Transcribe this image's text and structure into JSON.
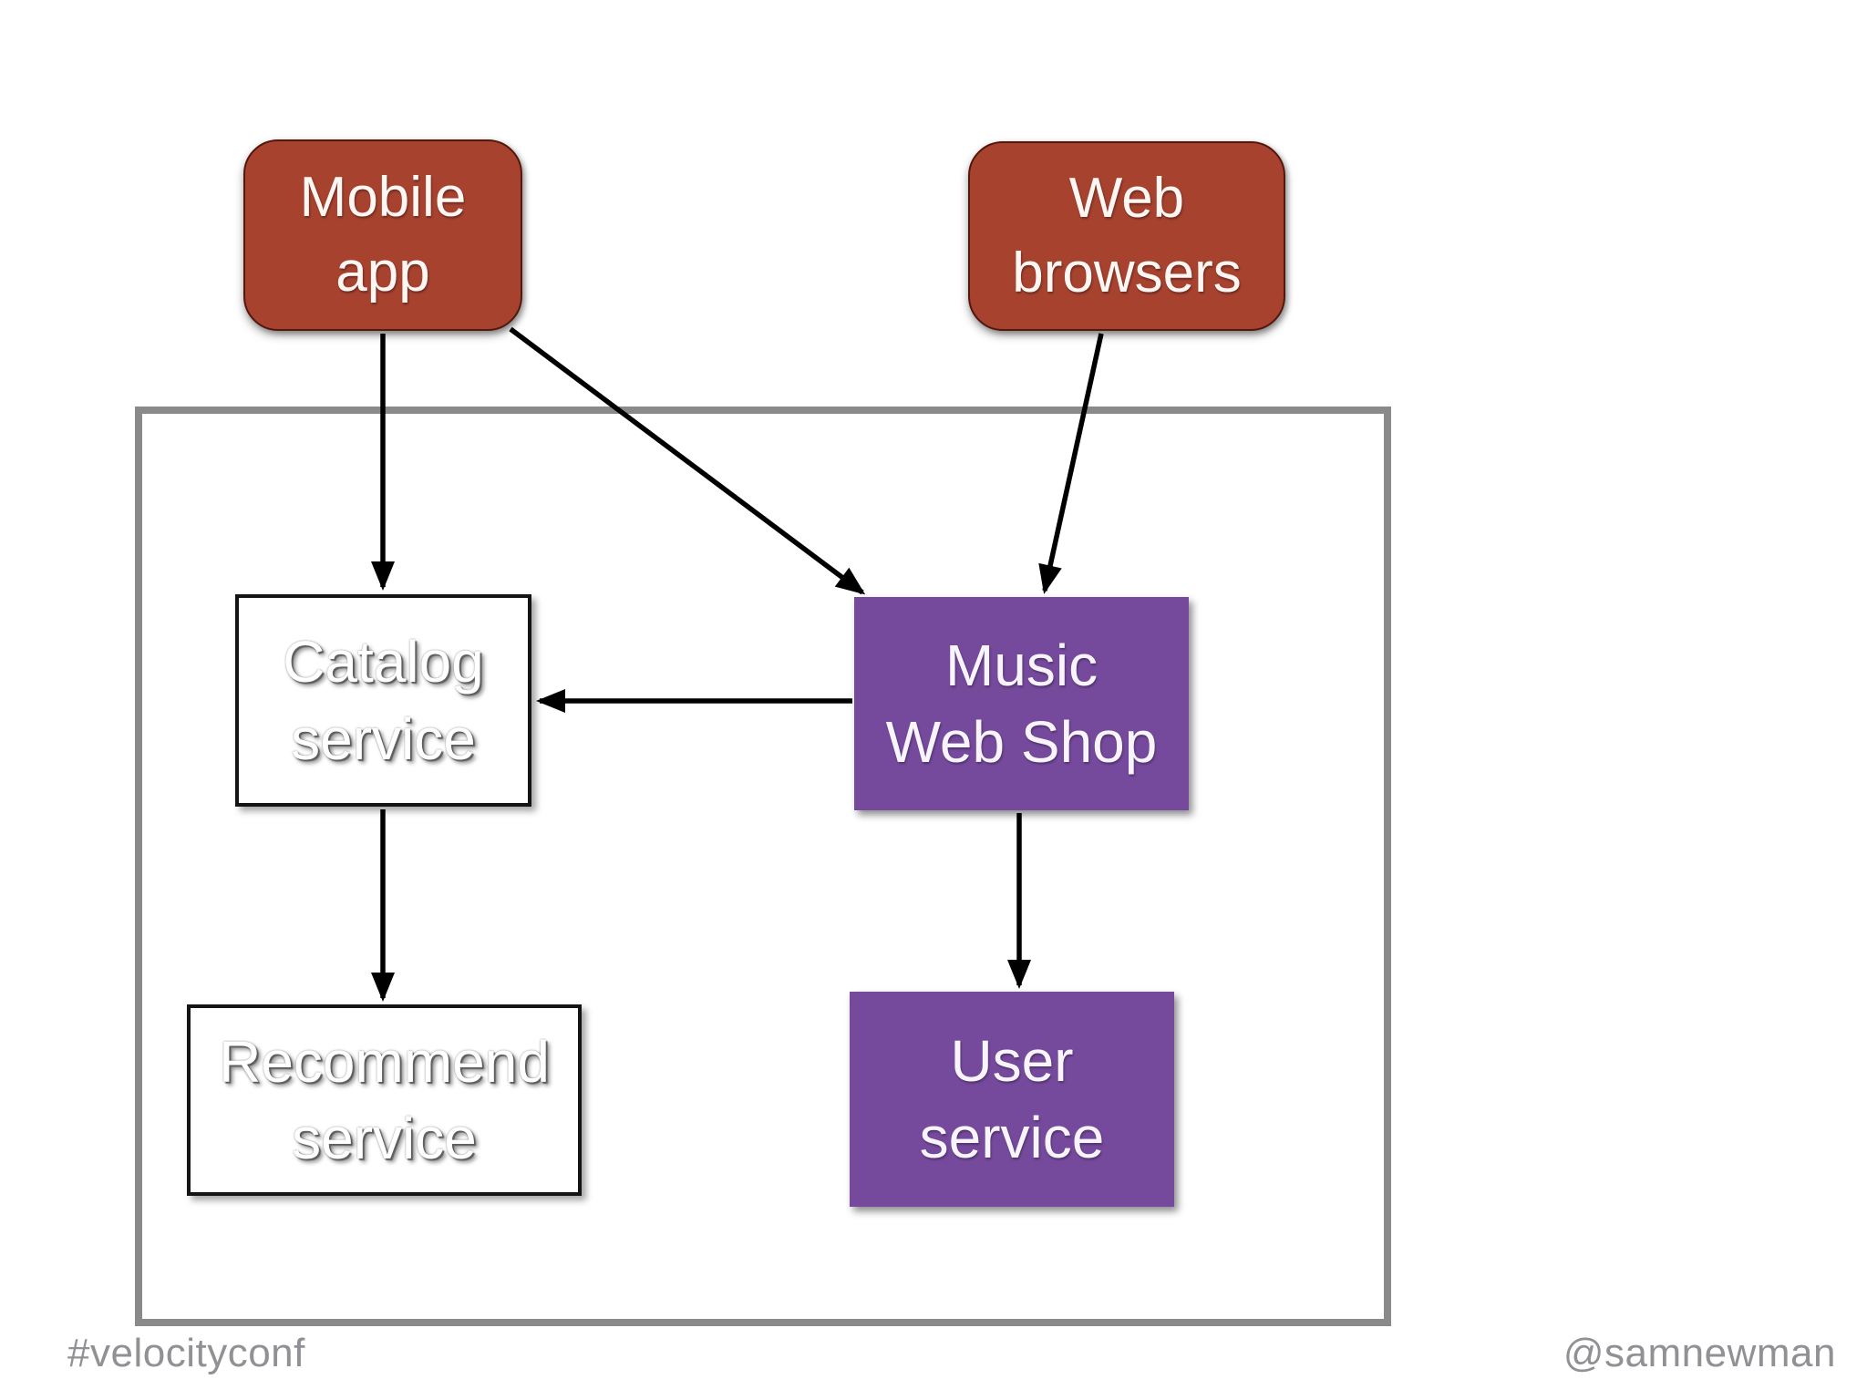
{
  "slide": {
    "footer": {
      "left": "#velocityconf",
      "right": "@samnewman"
    }
  },
  "colors": {
    "client_box": "#a7422f",
    "highlight_service_box": "#75499c",
    "plain_service_box": "#ffffff",
    "boundary_border": "#8a8a8a",
    "arrow": "#000000",
    "footer_text": "#919195"
  },
  "nodes": {
    "mobile_app": {
      "label": "Mobile\napp",
      "type": "client"
    },
    "web_browsers": {
      "label": "Web\nbrowsers",
      "type": "client"
    },
    "catalog_service": {
      "label": "Catalog\nservice",
      "type": "plain-service"
    },
    "music_web_shop": {
      "label": "Music\nWeb Shop",
      "type": "highlight-service"
    },
    "recommend_service": {
      "label": "Recommend\nservice",
      "type": "plain-service"
    },
    "user_service": {
      "label": "User\nservice",
      "type": "highlight-service"
    }
  },
  "edges": [
    {
      "from": "mobile_app",
      "to": "catalog_service"
    },
    {
      "from": "mobile_app",
      "to": "music_web_shop"
    },
    {
      "from": "web_browsers",
      "to": "music_web_shop"
    },
    {
      "from": "music_web_shop",
      "to": "catalog_service"
    },
    {
      "from": "catalog_service",
      "to": "recommend_service"
    },
    {
      "from": "music_web_shop",
      "to": "user_service"
    }
  ]
}
